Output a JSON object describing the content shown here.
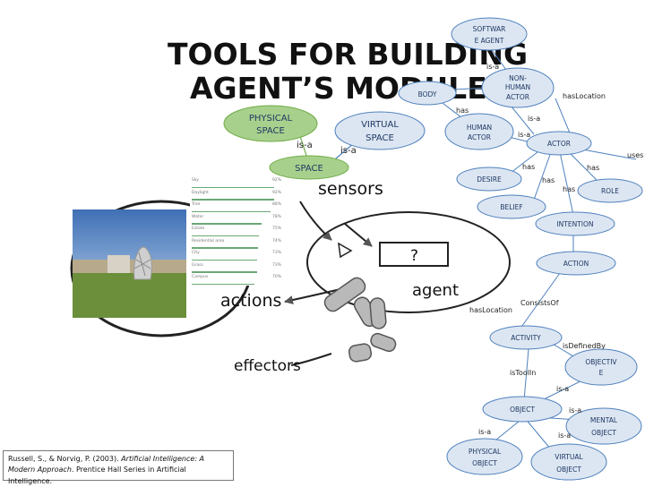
{
  "title": {
    "line1": "TOOLS FOR BUILDING",
    "line2": "AGENT’S MODULES"
  },
  "left_nodes": {
    "physical_space": [
      "PHYSICAL",
      "SPACE"
    ],
    "virtual_space": [
      "VIRTUAL",
      "SPACE"
    ],
    "space": "SPACE"
  },
  "left_edge_labels": {
    "is_a_1": "is-a",
    "is_a_2": "is-a"
  },
  "agent_figure": {
    "sensors": "sensors",
    "actions": "actions",
    "effectors": "effectors",
    "agent": "agent",
    "question": "?"
  },
  "ontology_nodes": {
    "software_agent": [
      "SOFTWAR",
      "E AGENT"
    ],
    "body": "BODY",
    "non_human_actor": [
      "NON-",
      "HUMAN",
      "ACTOR"
    ],
    "human_actor": [
      "HUMAN",
      "ACTOR"
    ],
    "actor": "ACTOR",
    "desire": "DESIRE",
    "role": "ROLE",
    "belief": "BELIEF",
    "intention": "INTENTION",
    "action": "ACTION",
    "activity": "ACTIVITY",
    "objective": [
      "OBJECTIV",
      "E"
    ],
    "object": "OBJECT",
    "physical_object": [
      "PHYSICAL",
      "OBJECT"
    ],
    "mental_object": [
      "MENTAL",
      "OBJECT"
    ],
    "virtual_object": [
      "VIRTUAL",
      "OBJECT"
    ]
  },
  "ontology_edge_labels": {
    "is_a_top": "is-a",
    "has_location_top": "hasLocation",
    "has_body": "has",
    "is_a_nonhuman": "is-a",
    "is_a_human": "is-a",
    "uses": "uses",
    "has_desire": "has",
    "has_belief": "has",
    "has_intention": "has",
    "has_role": "has",
    "consists_of": "ConsistsOf",
    "has_location_activity": "hasLocation",
    "is_defined_by": "isDefinedBy",
    "is_tool_in": "isToolIn",
    "is_a_objective": "is-a",
    "is_a_mental": "is-a",
    "is_a_physical": "is-a",
    "is_a_virtual": "is-a"
  },
  "mini_table": [
    {
      "label": "Sky",
      "value": "92%",
      "fill": 0.92
    },
    {
      "label": "Daylight",
      "value": "92%",
      "fill": 0.92
    },
    {
      "label": "Tree",
      "value": "88%",
      "fill": 0.88
    },
    {
      "label": "Water",
      "value": "78%",
      "fill": 0.78
    },
    {
      "label": "Estate",
      "value": "75%",
      "fill": 0.75
    },
    {
      "label": "Residential area",
      "value": "74%",
      "fill": 0.74
    },
    {
      "label": "City",
      "value": "73%",
      "fill": 0.73
    },
    {
      "label": "Grass",
      "value": "73%",
      "fill": 0.73
    },
    {
      "label": "Campus",
      "value": "70%",
      "fill": 0.7
    }
  ],
  "citation": {
    "authors": "Russell, S., & Norvig, P. (2003). ",
    "work": "Artificial Intelligence: A Modern Approach",
    "publisher": ". Prentice Hall Series in Artificial Intelligence."
  },
  "colors": {
    "green_node_fill": "#a8d08d",
    "green_node_stroke": "#70ad47",
    "blue_node_fill": "#dce6f2",
    "blue_node_stroke": "#4f81bd"
  }
}
